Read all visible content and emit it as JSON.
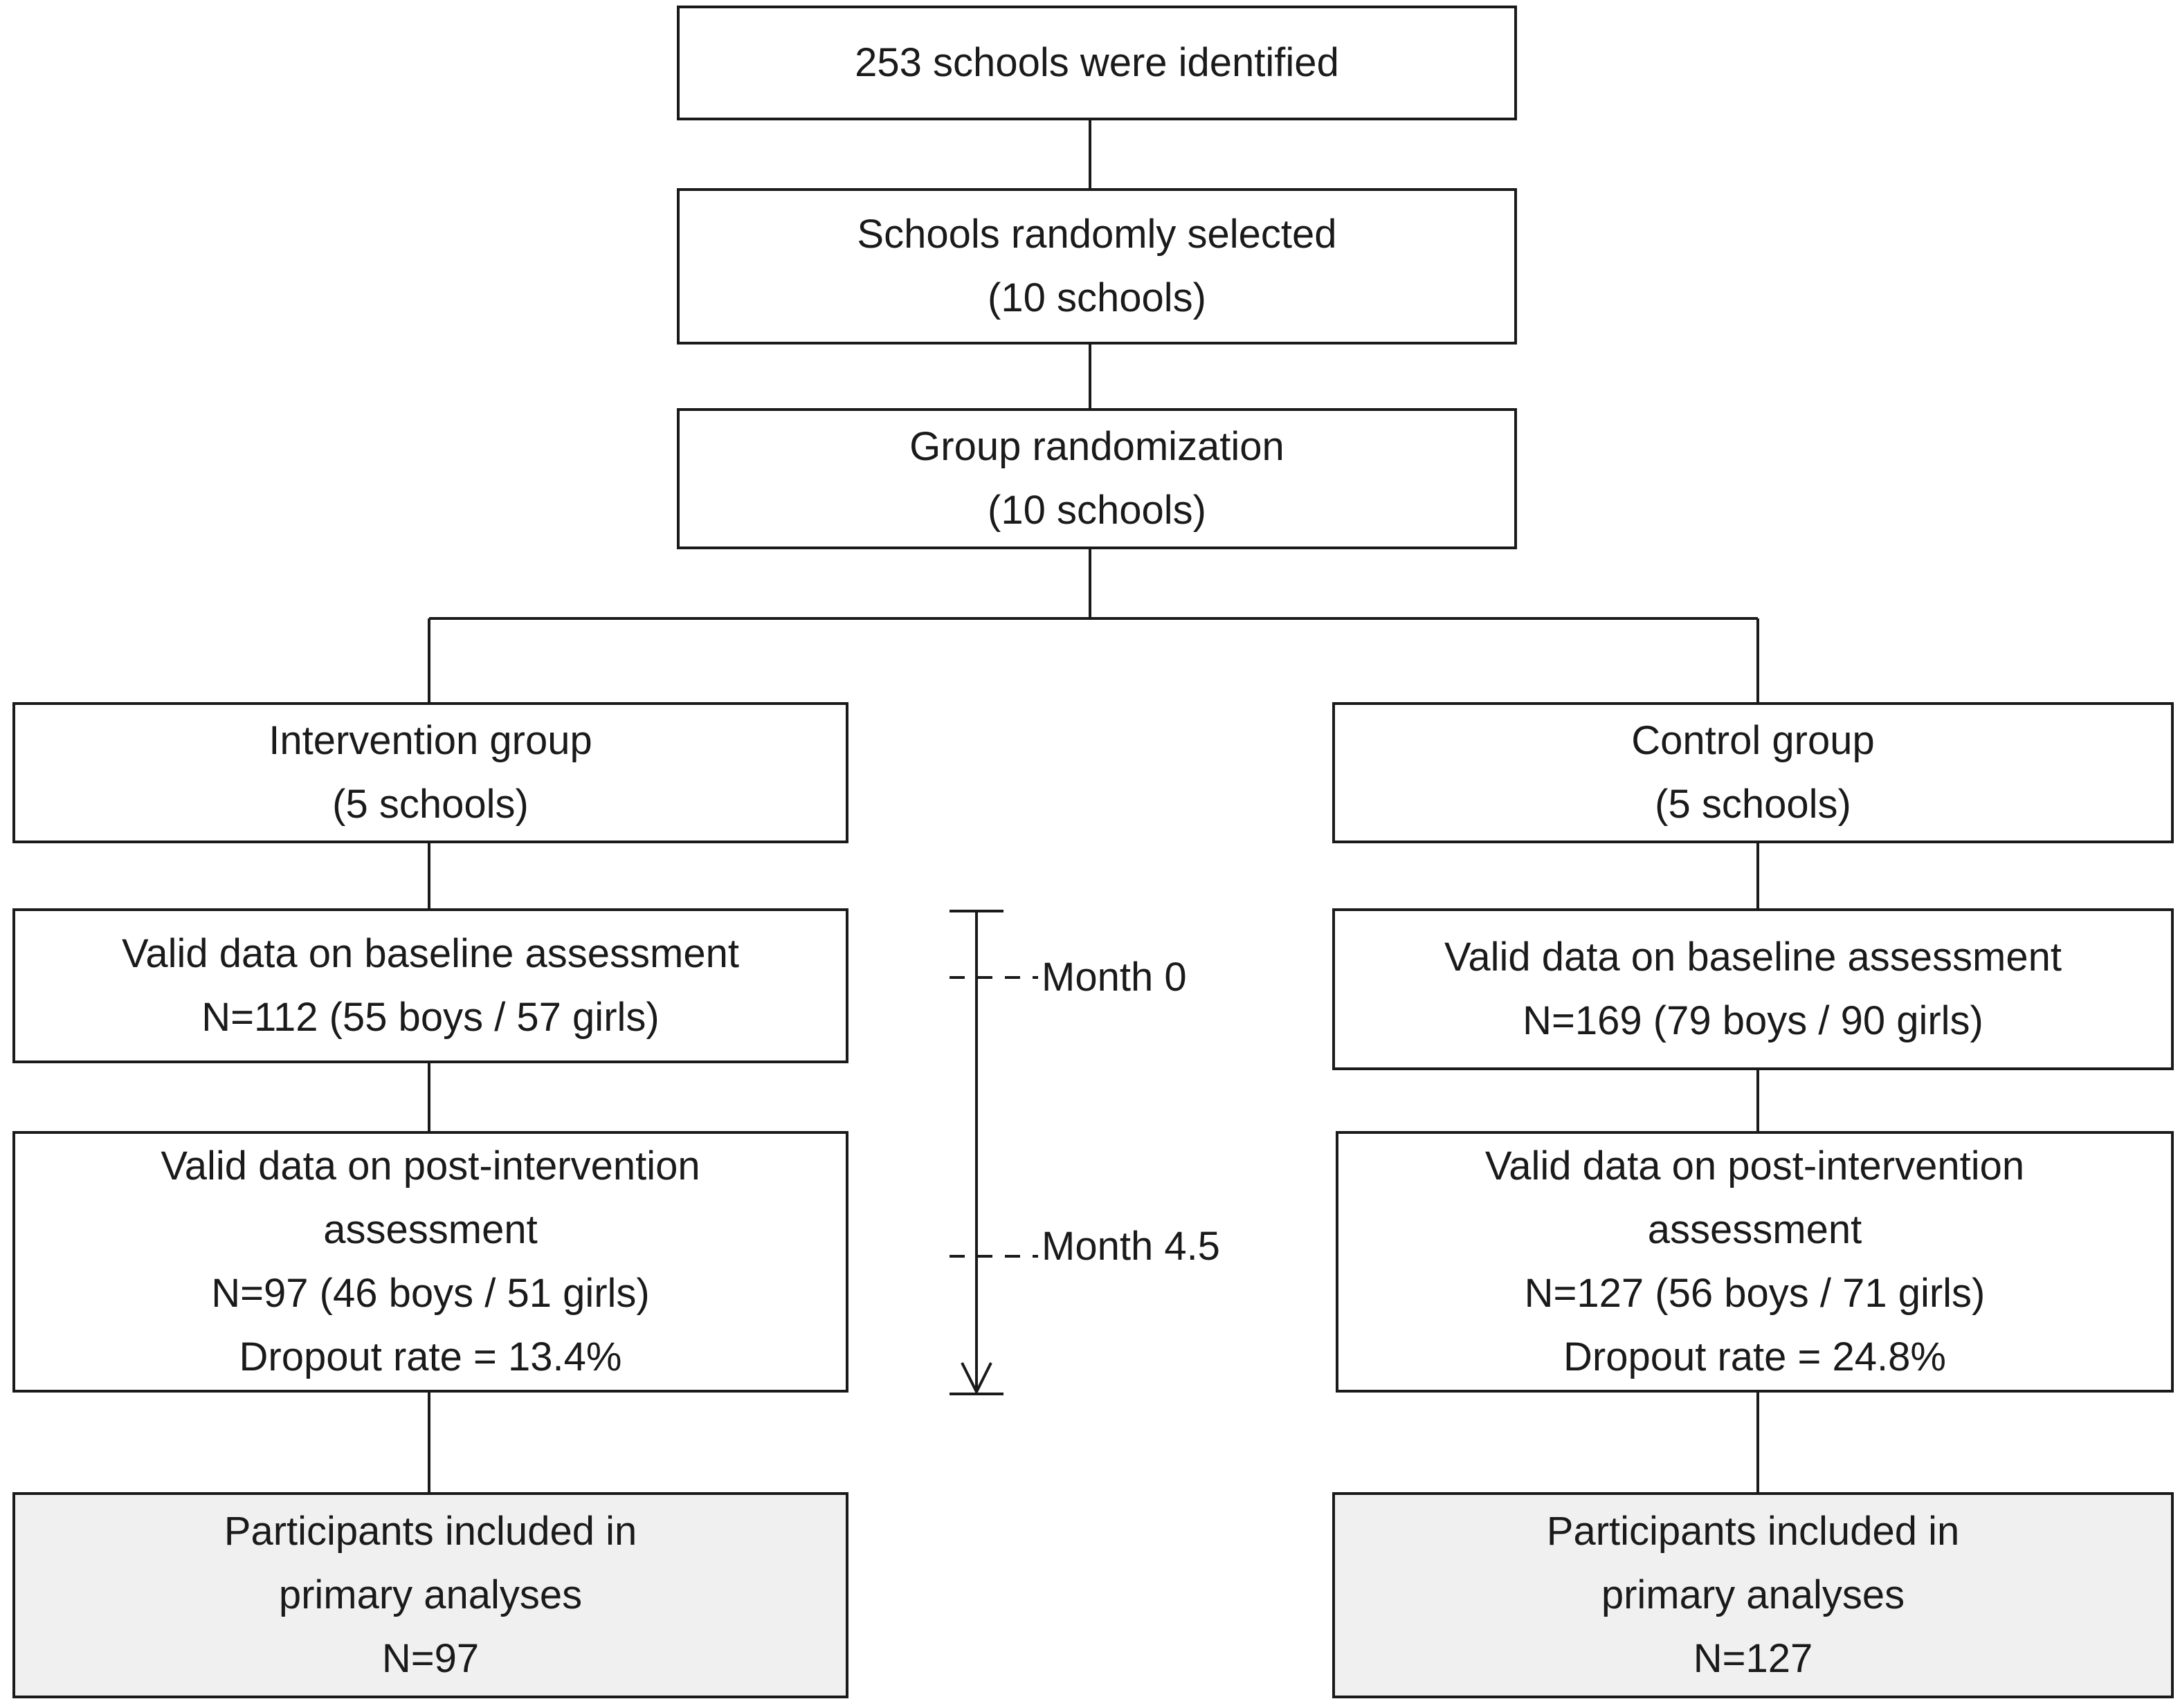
{
  "flowchart": {
    "identified": {
      "lines": [
        "253 schools were identified"
      ]
    },
    "selected": {
      "lines": [
        "Schools randomly selected",
        "(10 schools)"
      ]
    },
    "randomization": {
      "lines": [
        "Group randomization",
        "(10 schools)"
      ]
    },
    "intervention": {
      "group": {
        "lines": [
          "Intervention group",
          "(5 schools)"
        ]
      },
      "baseline": {
        "lines": [
          "Valid data on baseline assessment",
          "N=112 (55 boys / 57 girls)"
        ]
      },
      "post": {
        "lines": [
          "Valid data on post-intervention",
          "assessment",
          "N=97 (46 boys / 51 girls)",
          "Dropout rate = 13.4%"
        ]
      },
      "primary": {
        "lines": [
          "Participants included in",
          "primary analyses",
          "N=97"
        ]
      }
    },
    "control": {
      "group": {
        "lines": [
          "Control group",
          "(5 schools)"
        ]
      },
      "baseline": {
        "lines": [
          "Valid data on baseline assessment",
          "N=169 (79 boys / 90 girls)"
        ]
      },
      "post": {
        "lines": [
          "Valid data on post-intervention",
          "assessment",
          "N=127 (56 boys / 71 girls)",
          "Dropout rate = 24.8%"
        ]
      },
      "primary": {
        "lines": [
          "Participants included in",
          "primary analyses",
          "N=127"
        ]
      }
    }
  },
  "timeline": {
    "month0_label": "Month 0",
    "month45_label": "Month 4.5"
  },
  "colors": {
    "line": "#1a1a1a",
    "shaded_fill": "#f0f0f0"
  }
}
